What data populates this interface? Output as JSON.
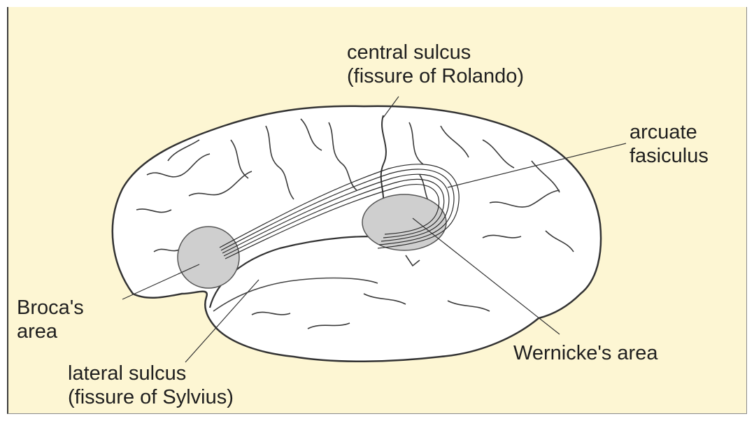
{
  "labels": {
    "central_sulcus": {
      "line1": "central sulcus",
      "line2": "(fissure of Rolando)"
    },
    "arcuate_fasiculus": {
      "line1": "arcuate",
      "line2": "fasiculus"
    },
    "brocas_area": {
      "line1": "Broca's",
      "line2": "area"
    },
    "wernickes_area": {
      "line1": "Wernicke's area"
    },
    "lateral_sulcus": {
      "line1": "lateral sulcus",
      "line2": "(fissure of Sylvius)"
    }
  },
  "colors": {
    "background": "#fdf6d3",
    "brain_fill": "#ffffff",
    "outline": "#333333",
    "area_fill": "#cfcfcf"
  }
}
